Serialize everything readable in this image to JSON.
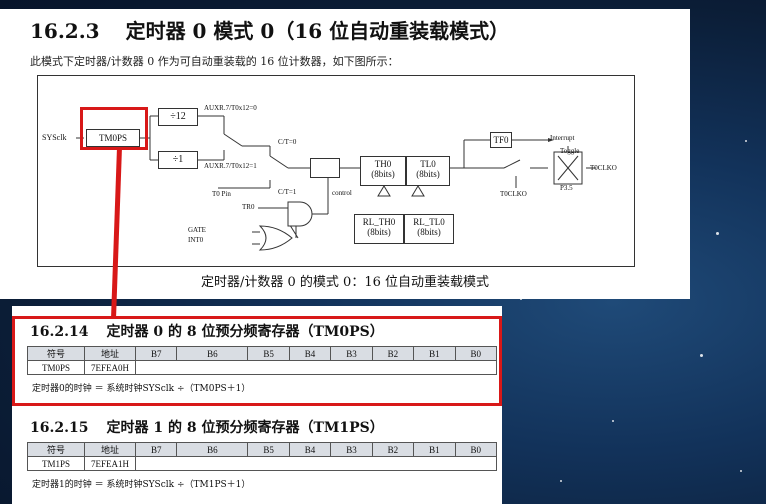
{
  "section_163": {
    "number": "16.2.3",
    "title": "定时器 0 模式 0（16 位自动重装载模式）",
    "intro": "此模式下定时器/计数器 0 作为可自动重装载的 16 位计数器，如下图所示：",
    "caption": "定时器/计数器 0 的模式 0：16 位自动重装载模式"
  },
  "diagram": {
    "sysclk": "SYSclk",
    "tm0ps": "TM0PS",
    "div12": "÷12",
    "div1": "÷1",
    "auxr_0": "AUXR.7/T0x12=0",
    "auxr_1": "AUXR.7/T0x12=1",
    "ct0": "C/T=0",
    "ct1": "C/T=1",
    "t0pin": "T0 Pin",
    "tr0": "TR0",
    "gate": "GATE",
    "int0": "INT0",
    "control": "control",
    "th0": "TH0",
    "th0_bits": "(8bits)",
    "tl0": "TL0",
    "tl0_bits": "(8bits)",
    "rl_th0": "RL_TH0",
    "rl_th0_bits": "(8bits)",
    "rl_tl0": "RL_TL0",
    "rl_tl0_bits": "(8bits)",
    "tf0": "TF0",
    "interrupt": "Interrupt",
    "toggle": "Toggle",
    "t0clko_out": "T0CLKO",
    "p35": "P3.5",
    "t0clko": "T0CLKO"
  },
  "section_1614": {
    "number": "16.2.14",
    "title": "定时器 0 的 8 位预分频寄存器（TM0PS）",
    "header": [
      "符号",
      "地址",
      "B7",
      "B6",
      "B5",
      "B4",
      "B3",
      "B2",
      "B1",
      "B0"
    ],
    "row": [
      "TM0PS",
      "7EFEA0H"
    ],
    "formula": "定时器0的时钟 ＝ 系统时钟SYSclk ÷（TM0PS＋1）"
  },
  "section_1615": {
    "number": "16.2.15",
    "title": "定时器 1 的 8 位预分频寄存器（TM1PS）",
    "header": [
      "符号",
      "地址",
      "B7",
      "B6",
      "B5",
      "B4",
      "B3",
      "B2",
      "B1",
      "B0"
    ],
    "row": [
      "TM1PS",
      "7EFEA1H"
    ],
    "formula": "定时器1的时钟 ＝ 系统时钟SYSclk ÷（TM1PS＋1）"
  },
  "colors": {
    "highlight": "#d81818",
    "table_header": "#d9dde3"
  }
}
